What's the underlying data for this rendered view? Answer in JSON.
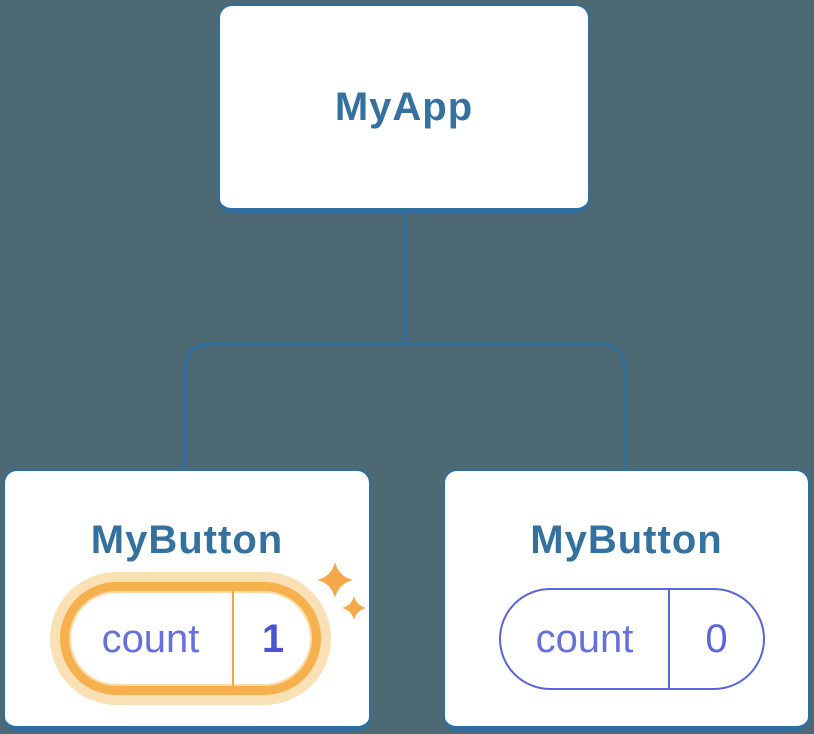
{
  "diagram": {
    "root": {
      "label": "MyApp"
    },
    "children": [
      {
        "label": "MyButton",
        "state": {
          "key": "count",
          "value": "1"
        },
        "highlighted": true
      },
      {
        "label": "MyButton",
        "state": {
          "key": "count",
          "value": "0"
        },
        "highlighted": false
      }
    ]
  },
  "icons": {
    "sparkle": "four-point-sparkle"
  },
  "colors": {
    "background": "#4D6973",
    "connector": "#2E6F9F",
    "node_label": "#35719F",
    "state_indigo": "#5A64DB",
    "state_key_indigo": "#6570DB",
    "state_value_bold_indigo": "#4B55D3",
    "highlight_orange": "#F6B04E",
    "highlight_glow": "#FAE0B5",
    "divider_orange": "#F2A63F",
    "sparkle_orange": "#F6A94A"
  }
}
